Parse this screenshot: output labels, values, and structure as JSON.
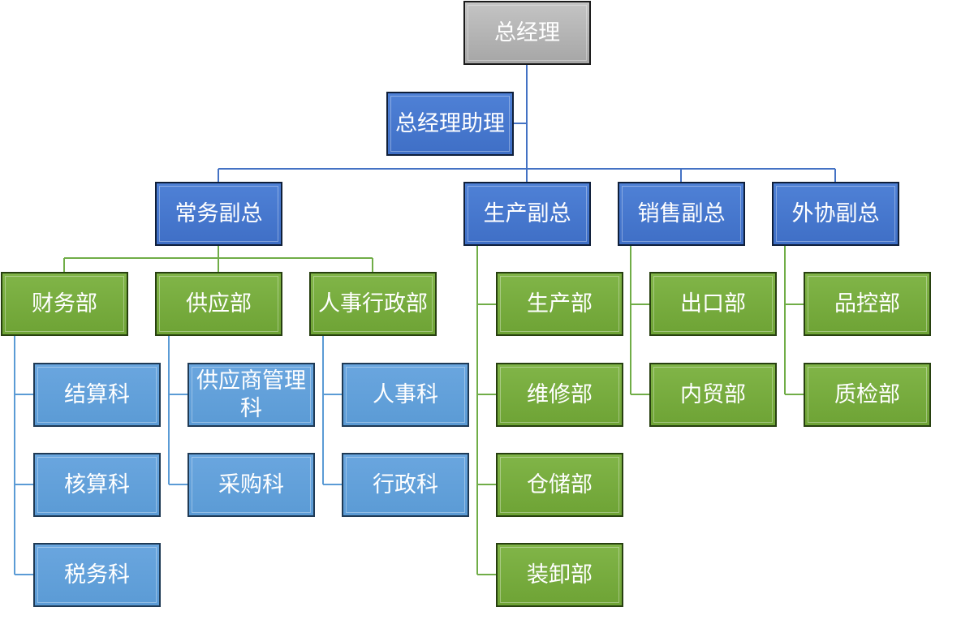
{
  "nodes": {
    "gm": "总经理",
    "gm_assistant": "总经理助理",
    "vp_general": "常务副总",
    "vp_production": "生产副总",
    "vp_sales": "销售副总",
    "vp_outsourcing": "外协副总",
    "dept_finance": "财务部",
    "dept_supply": "供应部",
    "dept_hr_admin": "人事行政部",
    "sec_settlement": "结算科",
    "sec_accounting": "核算科",
    "sec_tax": "税务科",
    "sec_supplier_mgmt": "供应商管理科",
    "sec_purchasing": "采购科",
    "sec_personnel": "人事科",
    "sec_administration": "行政科",
    "dept_production": "生产部",
    "dept_maintenance": "维修部",
    "dept_warehouse": "仓储部",
    "dept_loading": "装卸部",
    "dept_export": "出口部",
    "dept_domestic_trade": "内贸部",
    "dept_quality_control": "品控部",
    "dept_quality_inspection": "质检部"
  },
  "colors": {
    "top": "#a6a6a6",
    "executive": "#4472c4",
    "department": "#70ad47",
    "section": "#5b9bd5",
    "line_blue": "#4472c4",
    "line_green": "#70ad47"
  }
}
